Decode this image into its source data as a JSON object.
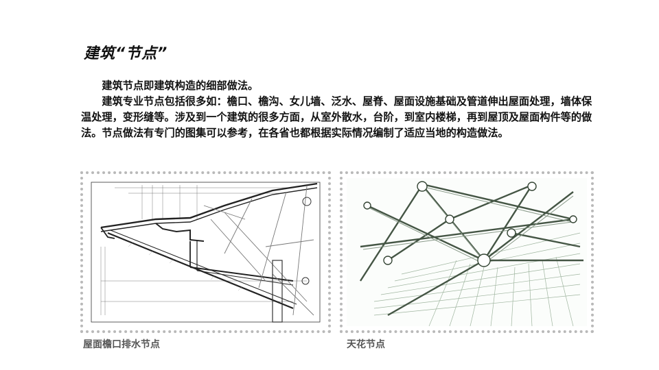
{
  "title": "建筑“节点”",
  "paragraphs": [
    "建筑节点即建筑构造的细部做法。",
    "建筑专业节点包括很多如：檐口、檐沟、女儿墙、泛水、屋脊、屋面设施基础及管道伸出屋面处理，墙体保温处理，变形缝等。涉及到一个建筑的很多方面，从室外散水，台阶，到室内楼梯，再到屋顶及屋面构件等的做法。节点做法有专门的图集可以参考，在各省也都根据实际情况编制了适应当地的构造做法。"
  ],
  "figures": [
    {
      "caption": "屋面檐口排水节点",
      "icon": "eave-drainage-drawing"
    },
    {
      "caption": "天花节点",
      "icon": "ceiling-truss-drawing"
    }
  ]
}
